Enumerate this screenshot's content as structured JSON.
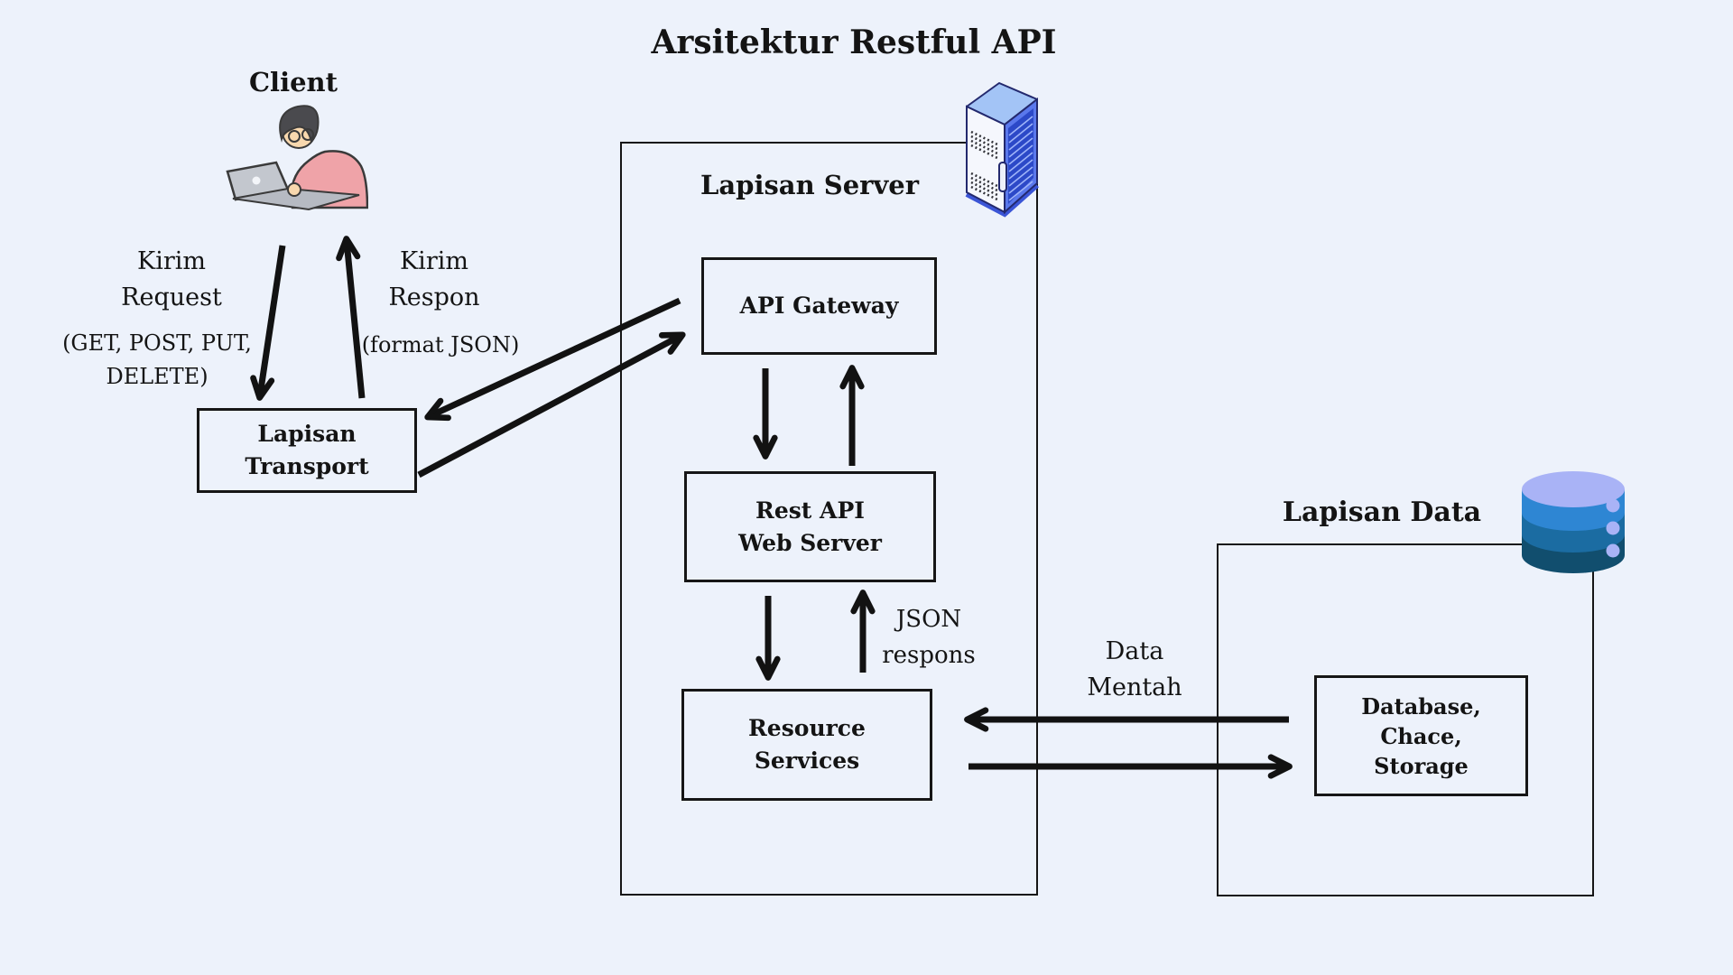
{
  "title": "Arsitektur Restful API",
  "client": {
    "label": "Client",
    "request": {
      "lines": [
        "Kirim",
        "Request"
      ],
      "methods": [
        "(GET, POST, PUT,",
        "DELETE)"
      ]
    },
    "response": {
      "lines": [
        "Kirim",
        "Respon"
      ],
      "format": "(format JSON)"
    }
  },
  "transport": {
    "lines": [
      "Lapisan",
      "Transport"
    ]
  },
  "server_layer": {
    "title": "Lapisan Server",
    "gateway": {
      "label": "API Gateway"
    },
    "web_server": {
      "lines": [
        "Rest API",
        "Web Server"
      ]
    },
    "resource": {
      "lines": [
        "Resource",
        "Services"
      ]
    },
    "json_response": {
      "lines": [
        "JSON",
        "respons"
      ]
    }
  },
  "data_layer": {
    "title": "Lapisan Data",
    "storage": {
      "lines": [
        "Database,",
        "Chace,",
        "Storage"
      ]
    },
    "raw_data": {
      "lines": [
        "Data",
        "Mentah"
      ]
    }
  },
  "colors": {
    "background": "#EDF2FB",
    "line": "#121212",
    "server_icon_top": "#A3C4F6",
    "server_icon_face": "#5A78EC",
    "server_icon_panel": "#2C49C8",
    "db_top": "#A9B3F6",
    "db_band_1": "#2E86D3",
    "db_band_2": "#1B6CA2",
    "db_band_3": "#114E6E",
    "sweater": "#EFA3A8",
    "skin": "#F8D8AE",
    "hair": "#4A4A4E",
    "laptop": "#C3C7CE"
  }
}
